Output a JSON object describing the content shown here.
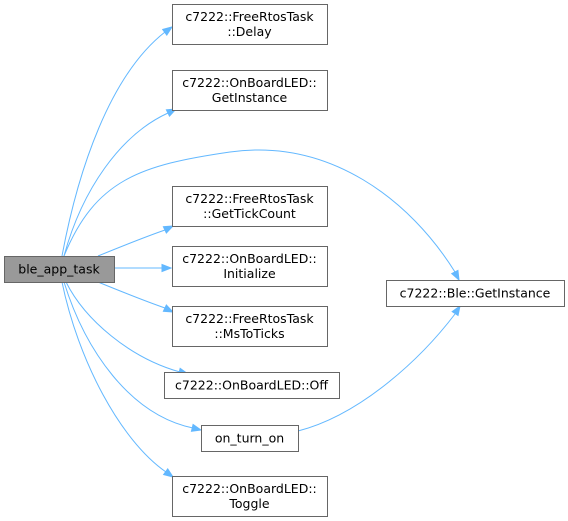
{
  "graph": {
    "root": {
      "id": "ble_app_task",
      "lines": [
        "ble_app_task"
      ]
    },
    "nodes": [
      {
        "id": "delay",
        "lines": [
          "c7222::FreeRtosTask",
          "::Delay"
        ]
      },
      {
        "id": "led_getinstance",
        "lines": [
          "c7222::OnBoardLED::",
          "GetInstance"
        ]
      },
      {
        "id": "gettickcount",
        "lines": [
          "c7222::FreeRtosTask",
          "::GetTickCount"
        ]
      },
      {
        "id": "led_initialize",
        "lines": [
          "c7222::OnBoardLED::",
          "Initialize"
        ]
      },
      {
        "id": "mstoticks",
        "lines": [
          "c7222::FreeRtosTask",
          "::MsToTicks"
        ]
      },
      {
        "id": "led_off",
        "lines": [
          "c7222::OnBoardLED::Off"
        ]
      },
      {
        "id": "on_turn_on",
        "lines": [
          "on_turn_on"
        ]
      },
      {
        "id": "led_toggle",
        "lines": [
          "c7222::OnBoardLED::",
          "Toggle"
        ]
      },
      {
        "id": "ble_getinstance",
        "lines": [
          "c7222::Ble::GetInstance"
        ]
      }
    ],
    "edges": [
      {
        "from": "ble_app_task",
        "to": "delay"
      },
      {
        "from": "ble_app_task",
        "to": "led_getinstance"
      },
      {
        "from": "ble_app_task",
        "to": "ble_getinstance"
      },
      {
        "from": "ble_app_task",
        "to": "gettickcount"
      },
      {
        "from": "ble_app_task",
        "to": "led_initialize"
      },
      {
        "from": "ble_app_task",
        "to": "mstoticks"
      },
      {
        "from": "ble_app_task",
        "to": "led_off"
      },
      {
        "from": "ble_app_task",
        "to": "on_turn_on"
      },
      {
        "from": "ble_app_task",
        "to": "led_toggle"
      },
      {
        "from": "on_turn_on",
        "to": "ble_getinstance"
      }
    ],
    "colors": {
      "edge": "#63b8ff",
      "node_border": "#666666",
      "root_fill": "#999999",
      "node_fill": "#ffffff"
    }
  }
}
